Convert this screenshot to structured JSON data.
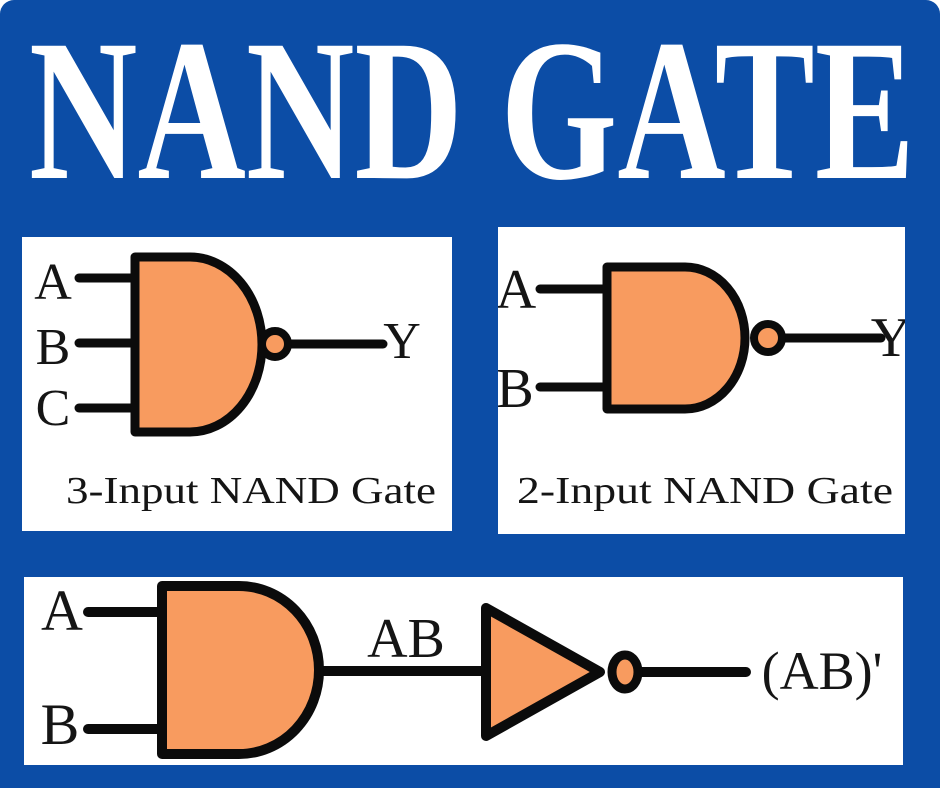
{
  "title": "NAND GATE",
  "colors": {
    "background": "#0c4da6",
    "title_text": "#ffffff",
    "panel_background": "#ffffff",
    "gate_fill": "#f89b5f",
    "line_stroke": "#0b0b0b",
    "label_text": "#151515"
  },
  "panels": {
    "three_input": {
      "caption": "3-Input NAND Gate",
      "inputs": [
        "A",
        "B",
        "C"
      ],
      "output_label": "Y",
      "gate_type": "NAND"
    },
    "two_input": {
      "caption": "2-Input NAND Gate",
      "inputs": [
        "A",
        "B"
      ],
      "output_label": "Y",
      "gate_type": "NAND"
    },
    "equivalence": {
      "inputs": [
        "A",
        "B"
      ],
      "intermediate_label": "AB",
      "output_label": "(AB)'",
      "gate_types": [
        "AND",
        "NOT"
      ]
    }
  }
}
